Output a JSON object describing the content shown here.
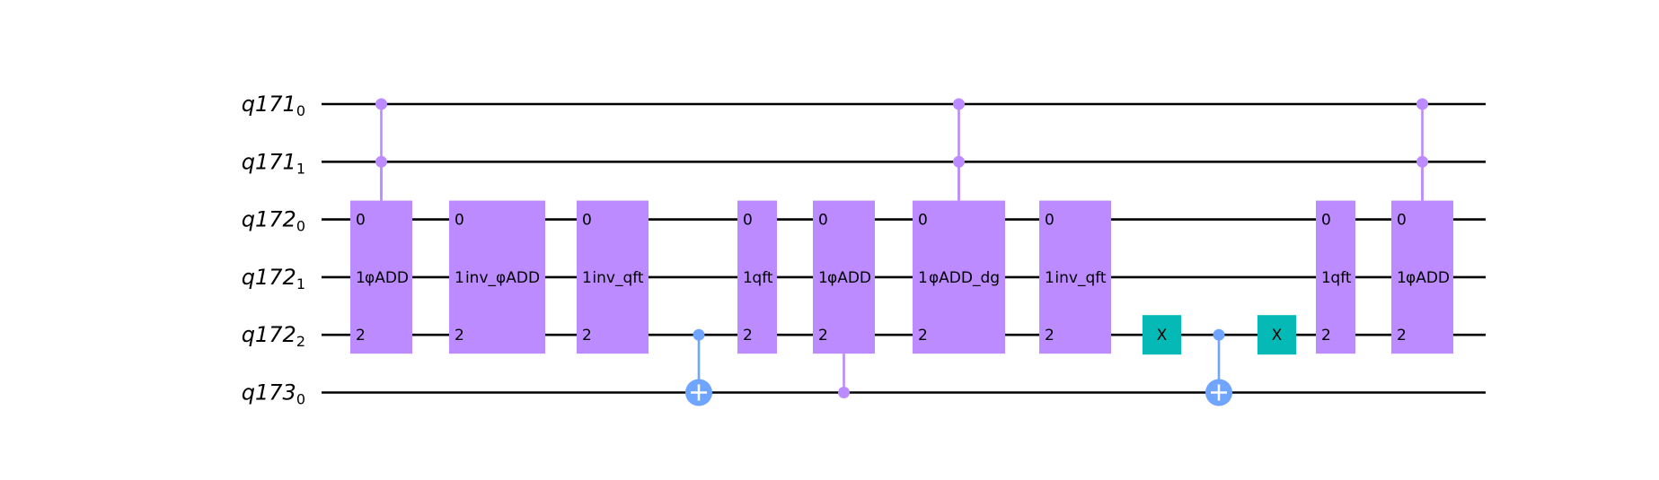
{
  "qubits": [
    {
      "name": "q171",
      "index": "0"
    },
    {
      "name": "q171",
      "index": "1"
    },
    {
      "name": "q172",
      "index": "0"
    },
    {
      "name": "q172",
      "index": "1"
    },
    {
      "name": "q172",
      "index": "2"
    },
    {
      "name": "q173",
      "index": "0"
    }
  ],
  "gates": [
    {
      "type": "multi",
      "label": "φADD",
      "controls": [
        0,
        1
      ],
      "targets": [
        2,
        3,
        4
      ],
      "port_labels": [
        "0",
        "1",
        "2"
      ]
    },
    {
      "type": "multi",
      "label": "inv_φADD",
      "controls": [],
      "targets": [
        2,
        3,
        4
      ],
      "port_labels": [
        "0",
        "1",
        "2"
      ]
    },
    {
      "type": "multi",
      "label": "inv_qft",
      "controls": [],
      "targets": [
        2,
        3,
        4
      ],
      "port_labels": [
        "0",
        "1",
        "2"
      ]
    },
    {
      "type": "cx",
      "control": 4,
      "target": 5
    },
    {
      "type": "multi",
      "label": "qft",
      "controls": [],
      "targets": [
        2,
        3,
        4
      ],
      "port_labels": [
        "0",
        "1",
        "2"
      ]
    },
    {
      "type": "multi",
      "label": "φADD",
      "controls": [
        5
      ],
      "targets": [
        2,
        3,
        4
      ],
      "port_labels": [
        "0",
        "1",
        "2"
      ]
    },
    {
      "type": "multi",
      "label": "φADD_dg",
      "controls": [
        0,
        1
      ],
      "targets": [
        2,
        3,
        4
      ],
      "port_labels": [
        "0",
        "1",
        "2"
      ]
    },
    {
      "type": "multi",
      "label": "inv_qft",
      "controls": [],
      "targets": [
        2,
        3,
        4
      ],
      "port_labels": [
        "0",
        "1",
        "2"
      ]
    },
    {
      "type": "x",
      "label": "X",
      "target": 4
    },
    {
      "type": "cx",
      "control": 4,
      "target": 5
    },
    {
      "type": "x",
      "label": "X",
      "target": 4
    },
    {
      "type": "multi",
      "label": "qft",
      "controls": [],
      "targets": [
        2,
        3,
        4
      ],
      "port_labels": [
        "0",
        "1",
        "2"
      ]
    },
    {
      "type": "multi",
      "label": "φADD",
      "controls": [
        0,
        1
      ],
      "targets": [
        2,
        3,
        4
      ],
      "port_labels": [
        "0",
        "1",
        "2"
      ]
    }
  ],
  "colors": {
    "wire": "#000000",
    "multi_gate": "#bb8bff",
    "cx": "#6fa4ff",
    "x_gate": "#05bab6"
  }
}
